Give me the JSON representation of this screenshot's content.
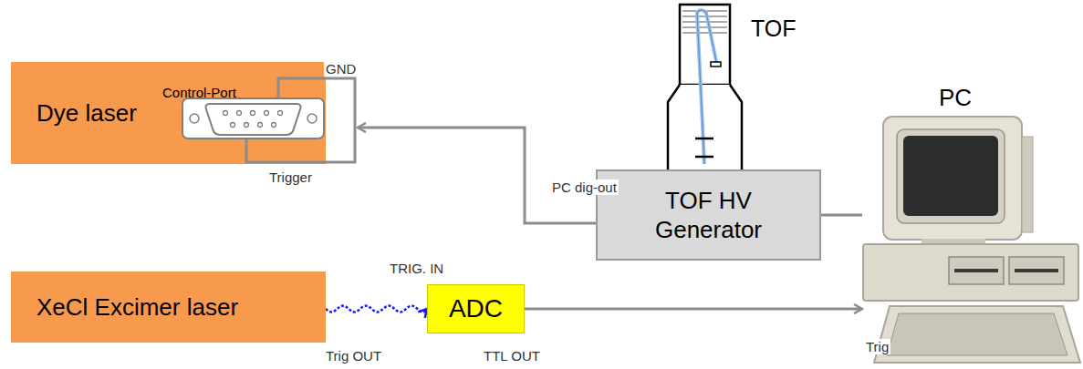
{
  "diagram": {
    "nodes": [
      {
        "text": [
          "Dye laser"
        ]
      },
      {
        "text": [
          "Control-Port"
        ],
        "in": 0
      },
      {
        "text": [
          "TOF"
        ]
      },
      {
        "text": [
          "TOF HV Generator"
        ]
      },
      {
        "text": [
          "PC"
        ]
      },
      {
        "text": [
          "XeCl Excimer laser"
        ]
      },
      {
        "text": [
          "ADC"
        ]
      }
    ],
    "edges": [
      {
        "from": 3,
        "to": 1,
        "arrow": "to",
        "label": "PC dig-out"
      },
      {
        "from": 2,
        "to": 3,
        "arrow": "none"
      },
      {
        "from": 3,
        "to": 4,
        "arrow": "none"
      },
      {
        "from": 5,
        "to": 6,
        "arrow": "to"
      },
      {
        "from": 6,
        "to": 4,
        "arrow": "to"
      }
    ],
    "labels": [
      "GND",
      "Trigger",
      "TRIG. IN",
      "Trig OUT",
      "TTL OUT",
      "Trig"
    ]
  }
}
